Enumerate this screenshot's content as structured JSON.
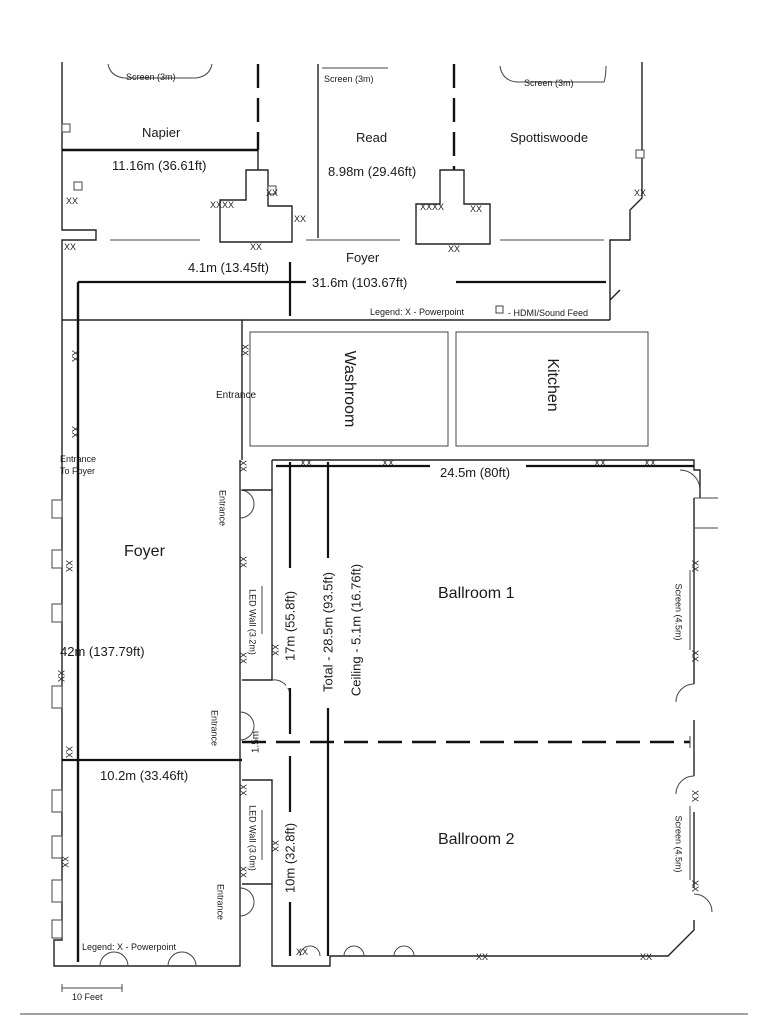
{
  "rooms": {
    "napier": "Napier",
    "read": "Read",
    "spottiswoode": "Spottiswoode",
    "foyer_top": "Foyer",
    "foyer_left": "Foyer",
    "washroom": "Washroom",
    "kitchen": "Kitchen",
    "ballroom1": "Ballroom 1",
    "ballroom2": "Ballroom 2"
  },
  "screens": {
    "napier": "Screen (3m)",
    "read": "Screen (3m)",
    "spottiswoode": "Screen (3m)",
    "ballroom1": "Screen (4.5m)",
    "ballroom2": "Screen (4.5m)"
  },
  "dimensions": {
    "napier_width": "11.16m (36.61ft)",
    "read_width": "8.98m (29.46ft)",
    "foyer_gap": "4.1m (13.45ft)",
    "top_total": "31.6m (103.67ft)",
    "ballroom_width": "24.5m (80ft)",
    "ballroom1_length": "17m (55.8ft)",
    "total_length": "Total - 28.5m (93.5ft)",
    "ceiling": "Ceiling - 5.1m (16.76ft)",
    "ballroom2_length": "10m (32.8ft)",
    "divider_gap": "1.5m",
    "foyer_length": "42m (137.79ft)",
    "foyer_lower_width": "10.2m (33.46ft)"
  },
  "entrances": {
    "east_foyer": "Entrance",
    "to_foyer_line1": "Entrance",
    "to_foyer_line2": "To Foyer",
    "ballroom_a": "Entrance",
    "ballroom_b": "Entrance",
    "ballroom_c": "Entrance"
  },
  "led_walls": {
    "upper": "LED Wall (3.2m)",
    "lower": "LED Wall (3.0m)"
  },
  "legends": {
    "top": "Legend: X - Powerpoint",
    "top_hdmi": "- HDMI/Sound Feed",
    "bottom": "Legend: X - Powerpoint"
  },
  "powerpoint_marks": {
    "xx": "XX",
    "xxxx": "XXXX"
  },
  "scale_bar": "10 Feet"
}
